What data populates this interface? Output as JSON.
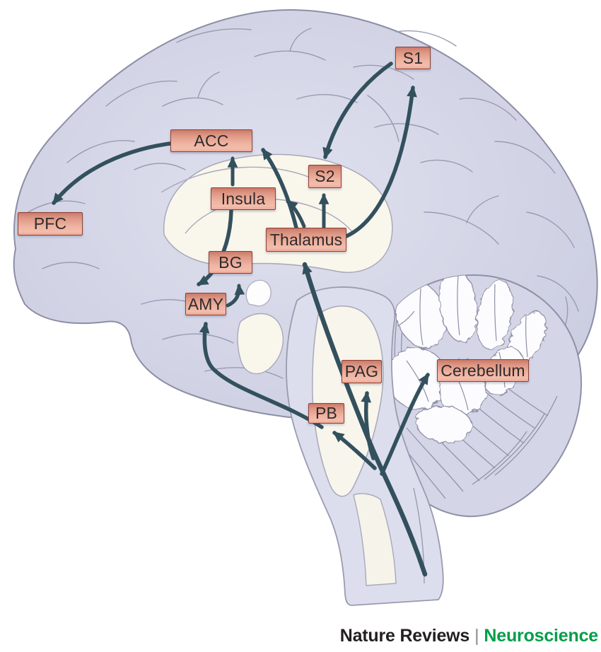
{
  "figure": {
    "kind": "brain-pathway-diagram",
    "description": "Sagittal human brain with ascending pathways from the spinal cord to cortical and subcortical regions",
    "footer": {
      "journal": "Nature Reviews",
      "separator": "|",
      "section": "Neuroscience"
    }
  },
  "colors": {
    "node_fill_top": "#cb7a68",
    "node_fill_bottom": "#f3bcab",
    "node_border": "#8c4136",
    "node_text": "#2e2a2b",
    "arrow": "#33505d",
    "cortex": "#cdd0e2",
    "cortex_outline": "#8c8ea5",
    "white_matter": "#f8f5ec",
    "footer_green": "#009e49",
    "footer_black": "#231f20"
  },
  "diagram": {
    "nodes": [
      {
        "id": "pfc",
        "label": "PFC"
      },
      {
        "id": "acc",
        "label": "ACC"
      },
      {
        "id": "insula",
        "label": "Insula"
      },
      {
        "id": "bg",
        "label": "BG"
      },
      {
        "id": "amy",
        "label": "AMY"
      },
      {
        "id": "thalamus",
        "label": "Thalamus"
      },
      {
        "id": "s2",
        "label": "S2"
      },
      {
        "id": "s1",
        "label": "S1"
      },
      {
        "id": "pag",
        "label": "PAG"
      },
      {
        "id": "pb",
        "label": "PB"
      },
      {
        "id": "cerebellum",
        "label": "Cerebellum"
      }
    ],
    "connections": [
      {
        "from": "ACC",
        "to": "PFC"
      },
      {
        "from": "Insula",
        "to": "ACC"
      },
      {
        "from": "Thalamus",
        "to": "ACC"
      },
      {
        "from": "Thalamus",
        "to": "Insula"
      },
      {
        "from": "Thalamus",
        "to": "S2"
      },
      {
        "from": "S1",
        "to": "S2"
      },
      {
        "from": "Thalamus",
        "to": "S1"
      },
      {
        "from": "Insula",
        "to": "AMY"
      },
      {
        "from": "AMY",
        "to": "BG"
      },
      {
        "from": "PB",
        "to": "AMY"
      },
      {
        "from": "Spinal cord",
        "to": "Thalamus"
      },
      {
        "from": "Spinal cord",
        "to": "PAG"
      },
      {
        "from": "Spinal cord",
        "to": "PB"
      },
      {
        "from": "Spinal cord",
        "to": "Cerebellum"
      }
    ]
  }
}
